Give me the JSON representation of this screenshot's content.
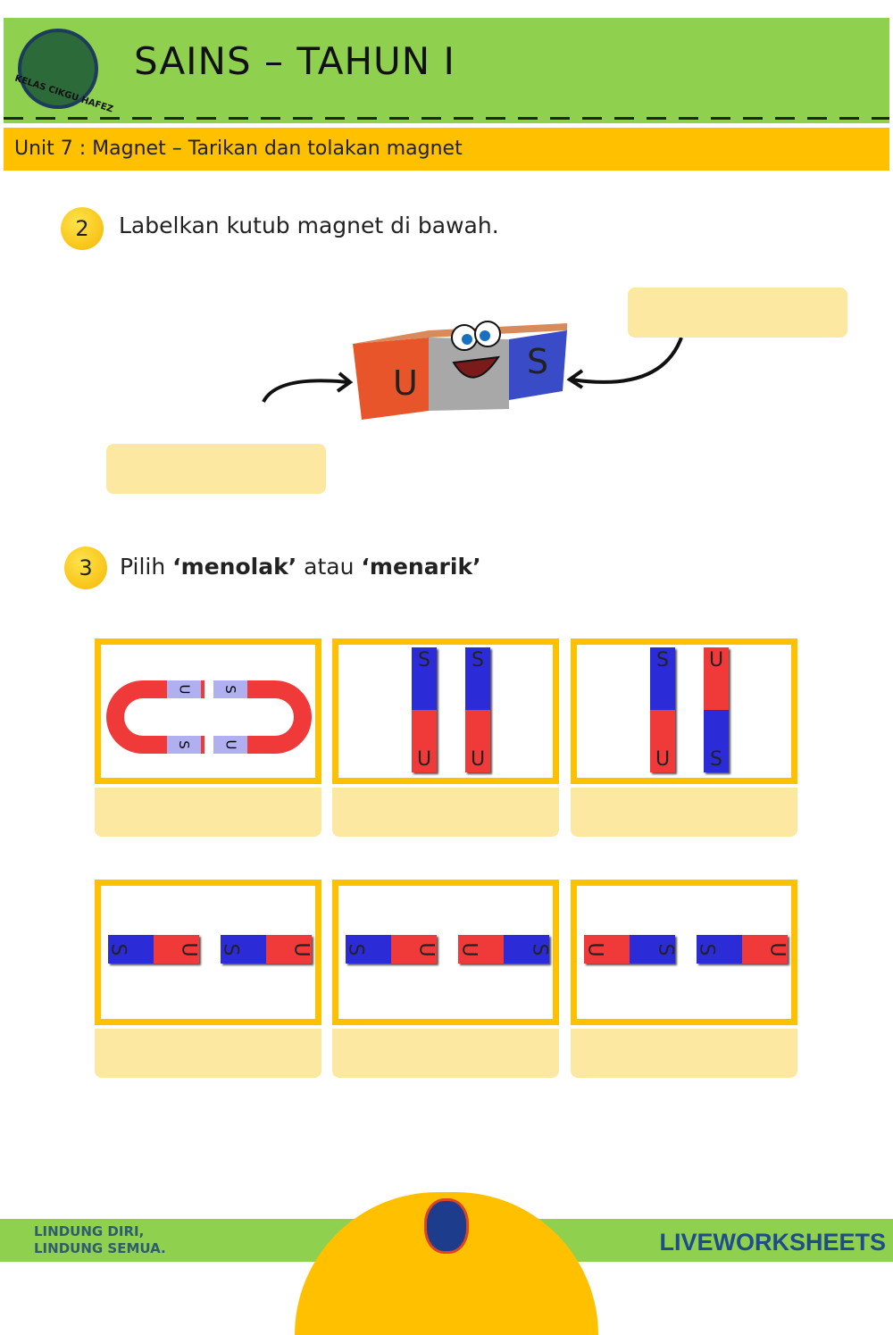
{
  "header": {
    "title": "SAINS – TAHUN I",
    "logo_text": "KELAS CIKGU HAFEZ",
    "unit": "Unit 7 : Magnet – Tarikan dan tolakan magnet"
  },
  "question2": {
    "number": "2",
    "text": "Labelkan kutub magnet di bawah.",
    "magnet_left_pole": "U",
    "magnet_right_pole": "S",
    "answer_top_right": "",
    "answer_bottom_left": ""
  },
  "question3": {
    "number": "3",
    "text_prefix": "Pilih ",
    "option1": "‘menolak’",
    "text_mid": " atau ",
    "option2": "‘menarik’",
    "cards": [
      {
        "type": "horseshoe",
        "magnets": [
          [
            "U",
            "S"
          ],
          [
            "S",
            "U"
          ]
        ],
        "answer": ""
      },
      {
        "type": "vertical",
        "magnets": [
          [
            "S",
            "U"
          ],
          [
            "S",
            "U"
          ]
        ],
        "answer": ""
      },
      {
        "type": "vertical",
        "magnets": [
          [
            "S",
            "U"
          ],
          [
            "U",
            "S"
          ]
        ],
        "answer": ""
      },
      {
        "type": "horizontal",
        "magnets": [
          [
            "S",
            "U"
          ],
          [
            "S",
            "U"
          ]
        ],
        "answer": ""
      },
      {
        "type": "horizontal",
        "magnets": [
          [
            "S",
            "U"
          ],
          [
            "U",
            "S"
          ]
        ],
        "answer": ""
      },
      {
        "type": "horizontal",
        "magnets": [
          [
            "U",
            "S"
          ],
          [
            "S",
            "U"
          ]
        ],
        "answer": ""
      }
    ]
  },
  "footer": {
    "slogan_line1": "LINDUNG DIRI,",
    "slogan_line2": "LINDUNG SEMUA.",
    "brand": "LIVEWORKSHEETS"
  },
  "colors": {
    "north": "#f03a3a",
    "south": "#2b2bd8",
    "header_green": "#8fd14f",
    "accent_yellow": "#ffc000",
    "answer_fill": "#fde8a2"
  }
}
